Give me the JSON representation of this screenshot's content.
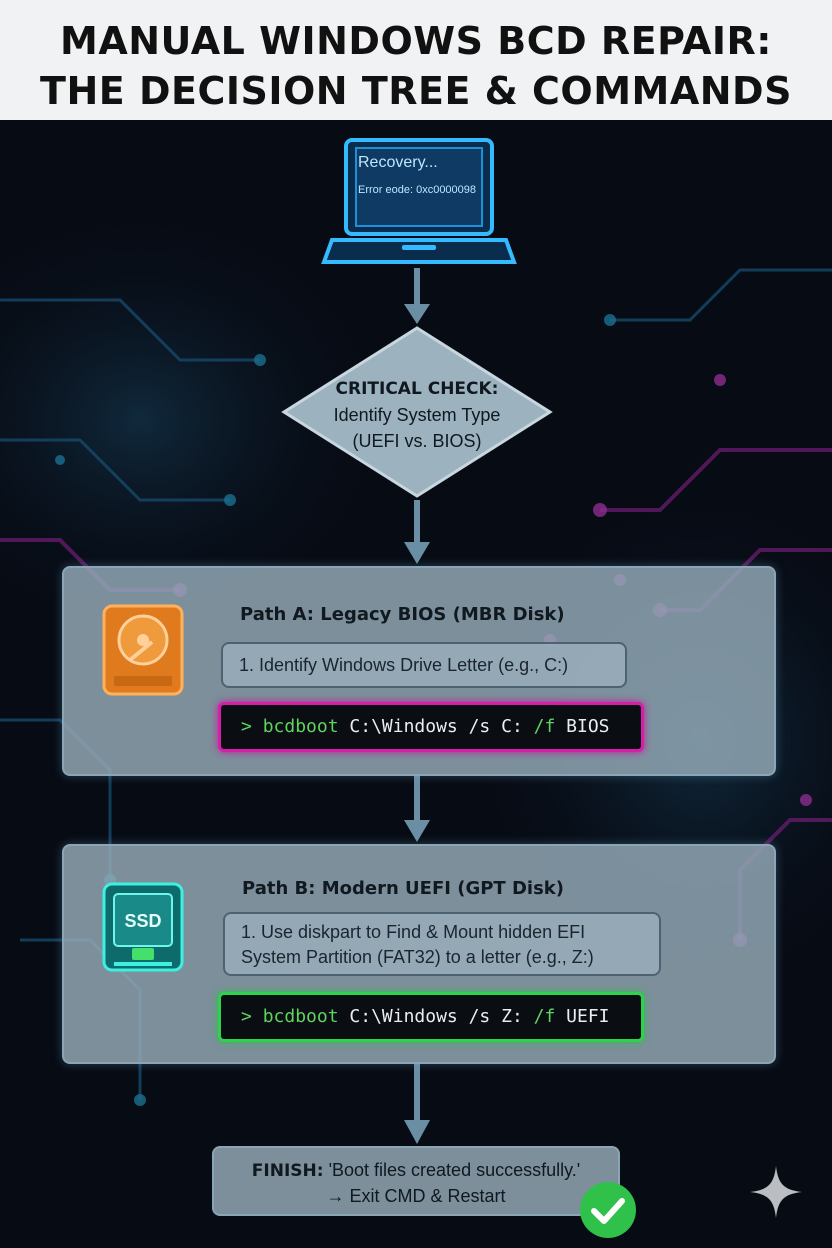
{
  "title": {
    "line1": "MANUAL WINDOWS BCD REPAIR:",
    "line2": "THE DECISION TREE & COMMANDS"
  },
  "laptop": {
    "screen_line1": "Recovery...",
    "screen_line2": "Error eode: 0xc0000098"
  },
  "decision": {
    "heading": "CRITICAL CHECK:",
    "line1": "Identify System Type",
    "line2": "(UEFI vs. BIOS)"
  },
  "path_a": {
    "title": "Path A: Legacy BIOS (MBR Disk)",
    "step1": "1. Identify Windows Drive Letter (e.g., C:)",
    "cmd_prompt": ">",
    "cmd_keyword": "bcdboot",
    "cmd_args1": "C:\\Windows /s C:",
    "cmd_flag": "/f",
    "cmd_value": "BIOS",
    "icon": "hdd-icon"
  },
  "path_b": {
    "title": "Path B: Modern UEFI (GPT Disk)",
    "step1_line1": "1. Use diskpart to Find & Mount hidden EFI",
    "step1_line2": "System Partition (FAT32) to a letter (e.g., Z:)",
    "cmd_prompt": ">",
    "cmd_keyword": "bcdboot",
    "cmd_args1": "C:\\Windows /s Z:",
    "cmd_flag": "/f",
    "cmd_value": "UEFI",
    "icon": "ssd-icon",
    "icon_label": "SSD"
  },
  "finish": {
    "label": "FINISH:",
    "message": "'Boot files created successfully.'",
    "action": "→ Exit CMD & Restart"
  },
  "colors": {
    "accent_cyan": "#1ea7ff",
    "bios_magenta": "#d61ea8",
    "uefi_green": "#2ed24f",
    "panel": "#96acb9"
  }
}
